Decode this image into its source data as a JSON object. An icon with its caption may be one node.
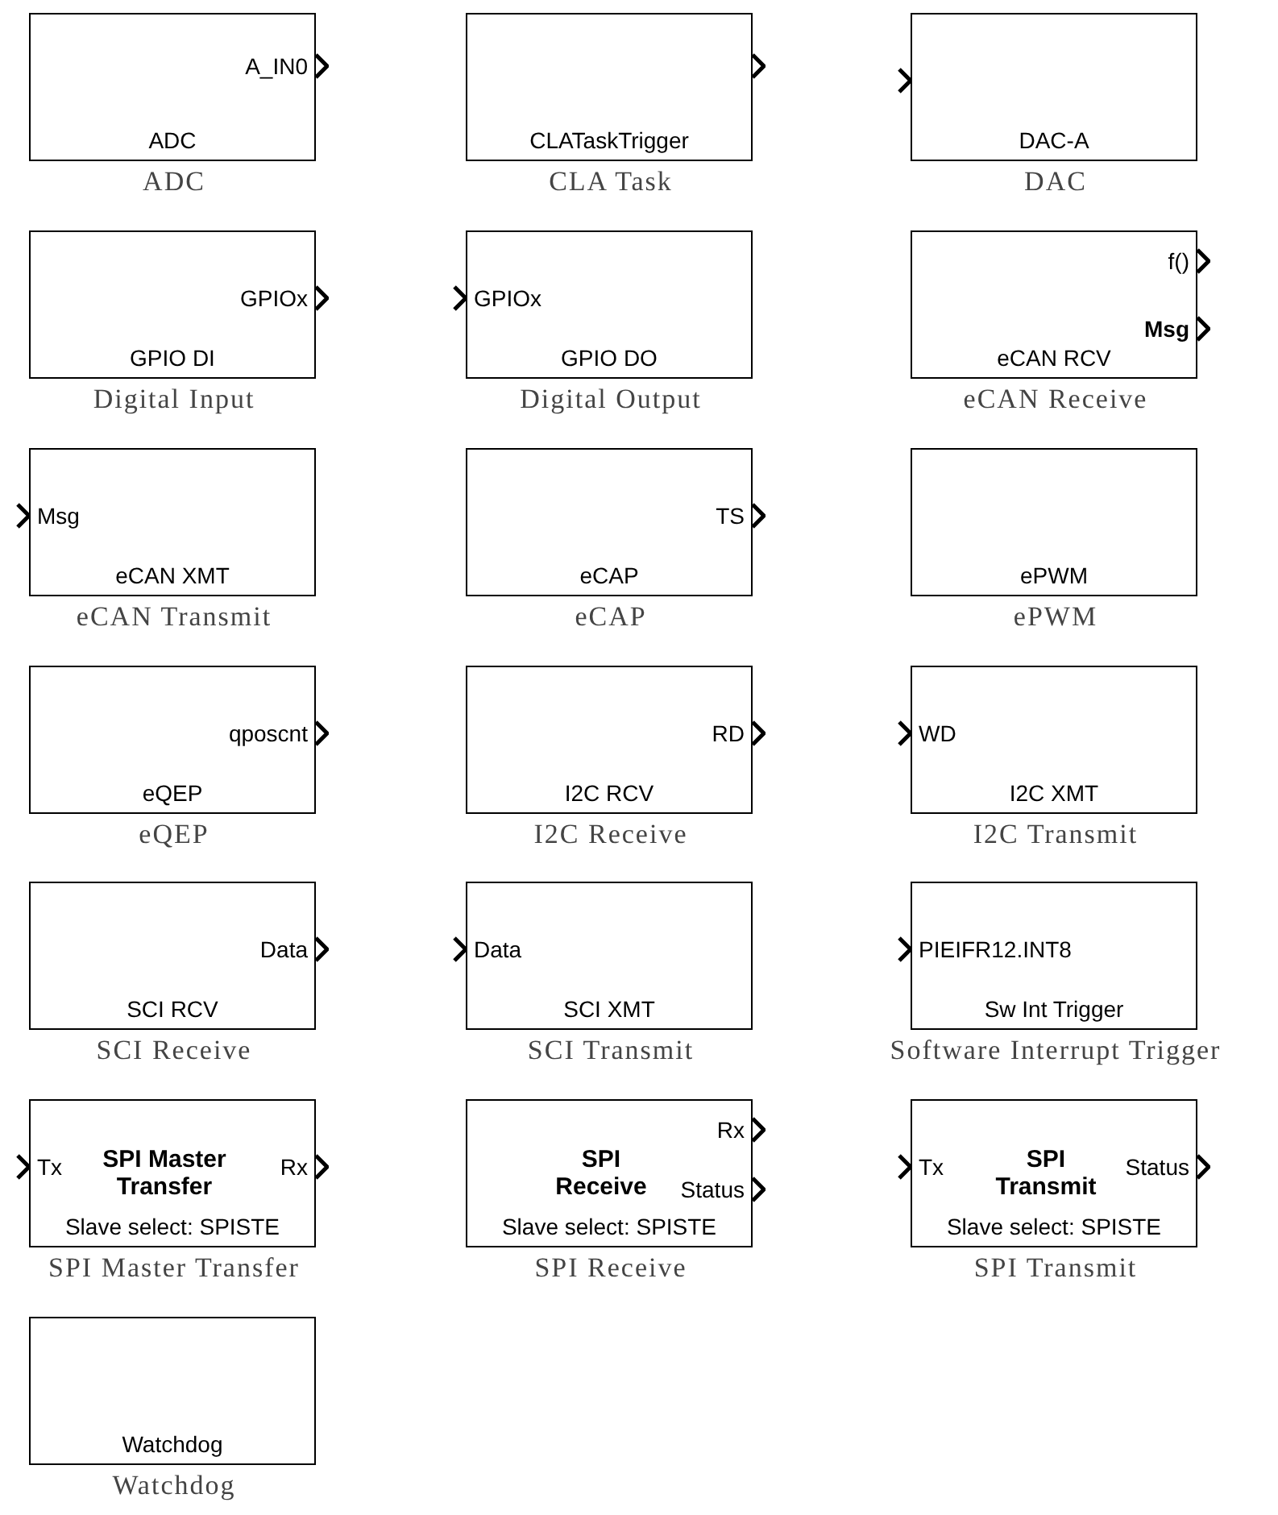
{
  "diagram": {
    "nodes": [
      {
        "text": [
          "A_IN0",
          "ADC",
          "ADC"
        ]
      },
      {
        "text": [
          "CLATaskTrigger",
          "CLA Task"
        ]
      },
      {
        "text": [
          "DAC-A",
          "DAC"
        ]
      },
      {
        "text": [
          "GPIOx",
          "GPIO DI",
          "Digital Input"
        ]
      },
      {
        "text": [
          "GPIOx",
          "GPIO DO",
          "Digital Output"
        ]
      },
      {
        "text": [
          "f()",
          "Msg",
          "eCAN RCV",
          "eCAN Receive"
        ]
      },
      {
        "text": [
          "Msg",
          "eCAN XMT",
          "eCAN Transmit"
        ]
      },
      {
        "text": [
          "TS",
          "eCAP",
          "eCAP"
        ]
      },
      {
        "text": [
          "ePWM",
          "ePWM"
        ]
      },
      {
        "text": [
          "qposcnt",
          "eQEP",
          "eQEP"
        ]
      },
      {
        "text": [
          "RD",
          "I2C RCV",
          "I2C Receive"
        ]
      },
      {
        "text": [
          "WD",
          "I2C XMT",
          "I2C Transmit"
        ]
      },
      {
        "text": [
          "Data",
          "SCI RCV",
          "SCI Receive"
        ]
      },
      {
        "text": [
          "Data",
          "SCI XMT",
          "SCI Transmit"
        ]
      },
      {
        "text": [
          "PIEIFR12.INT8",
          "Sw Int Trigger",
          "Software Interrupt Trigger"
        ]
      },
      {
        "text": [
          "Tx",
          "SPI Master Transfer",
          "Rx",
          "Slave select: SPISTE",
          "SPI Master Transfer"
        ]
      },
      {
        "text": [
          "Rx",
          "Status",
          "SPI Receive",
          "Slave select: SPISTE",
          "SPI Receive"
        ]
      },
      {
        "text": [
          "Tx",
          "SPI Transmit",
          "Status",
          "Slave select: SPISTE",
          "SPI Transmit"
        ]
      },
      {
        "text": [
          "Watchdog",
          "Watchdog"
        ]
      }
    ]
  }
}
